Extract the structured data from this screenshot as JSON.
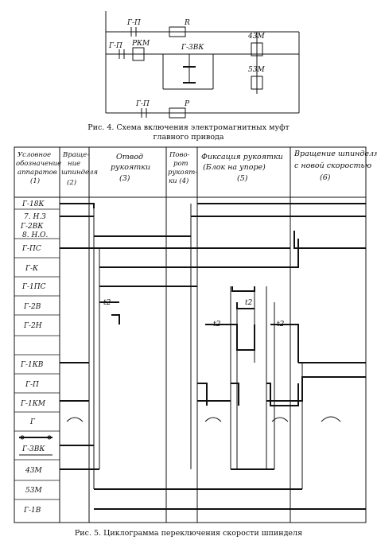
{
  "figure4": {
    "caption_line1": "Рис. 4. Схема включения электромагнитных муфт",
    "caption_line2": "главного привода",
    "labels": {
      "gp_top": "Г-П",
      "gp_mid": "Г-П",
      "gp_bot": "Г-П",
      "rkm": "РКМ",
      "r": "R",
      "zvk": "Г-3ВК",
      "m43": "43М",
      "m53": "53М",
      "p": "Р"
    }
  },
  "figure5": {
    "caption": "Рис. 5. Циклограмма переключения скорости шпинделя",
    "header": {
      "col0": [
        "Условное",
        "обозначение",
        "аппаратов",
        "(1)"
      ],
      "col1": [
        "Враще-",
        "ние",
        "шпинделя",
        "(2)"
      ],
      "col2": [
        "Отвод",
        "рукоятки",
        "(3)"
      ],
      "col3": [
        "Пово-",
        "рот",
        "рукоят-",
        "ки (4)"
      ],
      "col4": [
        "Фиксация рукоятки",
        "(Блок на упоре)",
        "(5)"
      ],
      "col5": [
        "Вращение шпинделя",
        "с новой скоростью",
        "(6)"
      ]
    },
    "rows": [
      "Г-18К",
      "7. Н.З",
      "Г-2ВК",
      "8. Н.О.",
      "Г-ПС",
      "Г-К",
      "Г-1ПС",
      "Г-2В",
      "Г-2Н",
      "Г-1КВ",
      "Г-П",
      "Г-1КМ",
      "Г",
      "Г-3ВК",
      "43М",
      "53М",
      "Г-1В"
    ],
    "t2_labels": [
      "t2",
      "t2",
      "t2",
      "t2"
    ]
  }
}
